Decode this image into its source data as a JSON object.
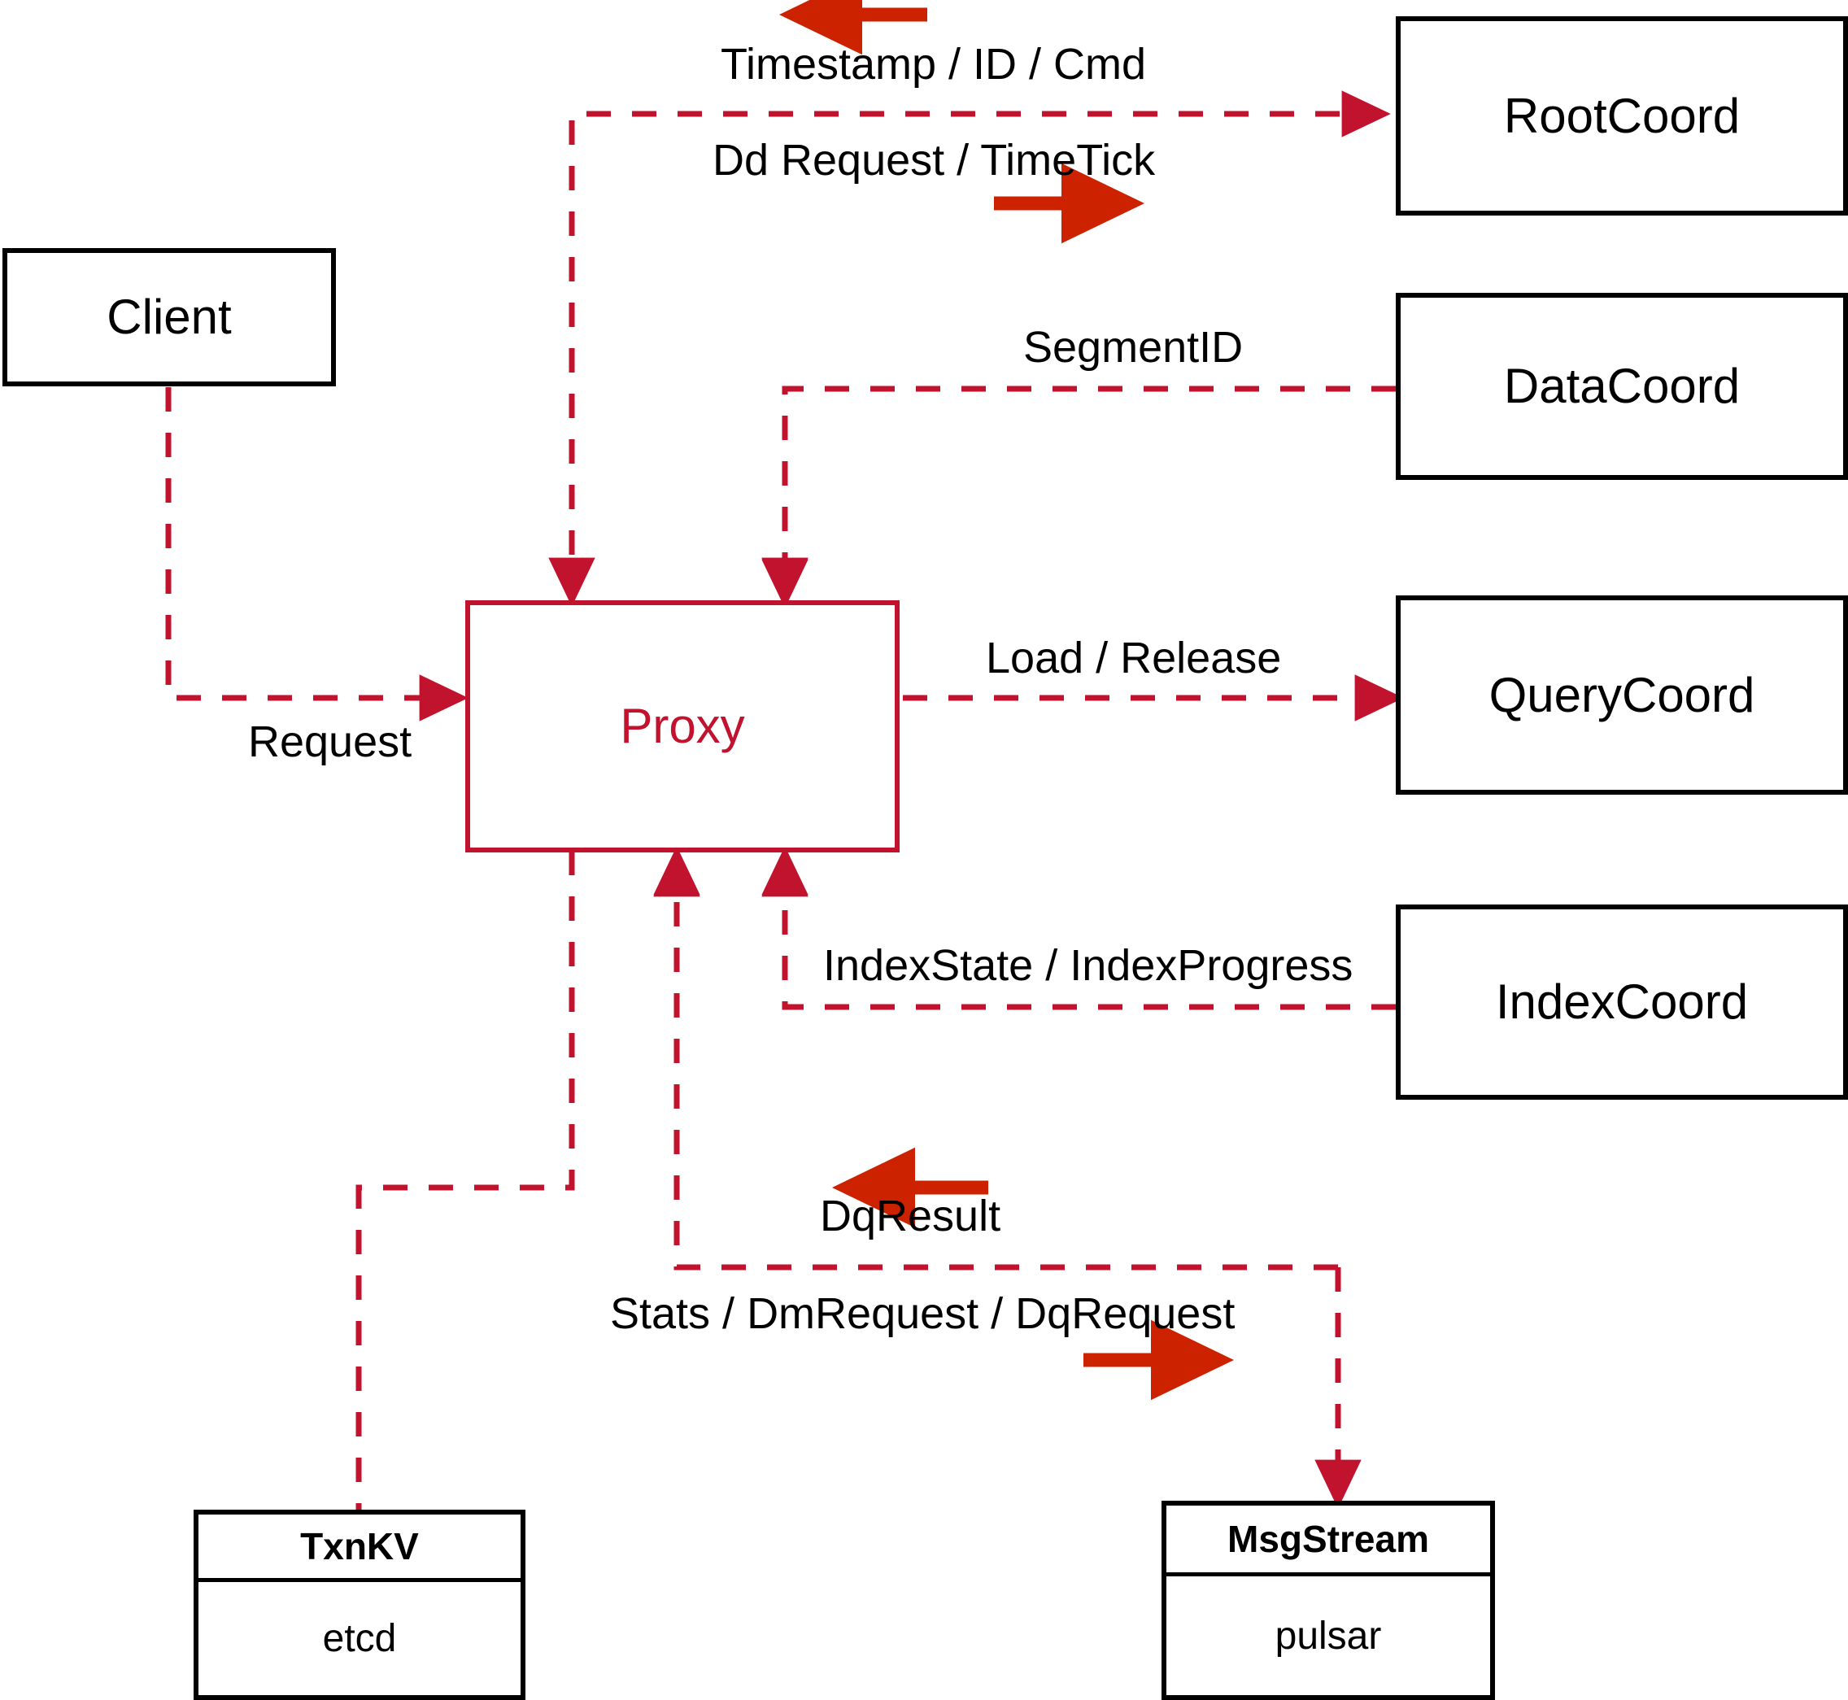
{
  "diagram": {
    "title": "Milvus Proxy component interaction diagram",
    "accent_color": "#c1122e",
    "arrow_color": "#cc2200",
    "node_border_color": "#000000",
    "background": "#ffffff"
  },
  "nodes": {
    "client": {
      "label": "Client"
    },
    "proxy": {
      "label": "Proxy"
    },
    "root_coord": {
      "label": "RootCoord"
    },
    "data_coord": {
      "label": "DataCoord"
    },
    "query_coord": {
      "label": "QueryCoord"
    },
    "index_coord": {
      "label": "IndexCoord"
    },
    "txnkv": {
      "title": "TxnKV",
      "impl": "etcd"
    },
    "msgstream": {
      "title": "MsgStream",
      "impl": "pulsar"
    }
  },
  "edge_labels": {
    "timestamp_id_cmd": "Timestamp / ID / Cmd",
    "dd_request_timetick": "Dd Request / TimeTick",
    "segment_id": "SegmentID",
    "request": "Request",
    "load_release": "Load / Release",
    "index_state_progress": "IndexState / IndexProgress",
    "dq_result": "DqResult",
    "stats_dm_dq": "Stats / DmRequest / DqRequest"
  },
  "edges": [
    {
      "name": "proxy-to-rootcoord",
      "from": "proxy",
      "to": "root_coord",
      "label": "dd_request_timetick",
      "style": "dashed",
      "direction": "forward"
    },
    {
      "name": "rootcoord-to-proxy",
      "from": "root_coord",
      "to": "proxy",
      "label": "timestamp_id_cmd",
      "style": "dashed",
      "direction": "forward"
    },
    {
      "name": "datacoord-to-proxy",
      "from": "data_coord",
      "to": "proxy",
      "label": "segment_id",
      "style": "dashed",
      "direction": "forward"
    },
    {
      "name": "client-to-proxy",
      "from": "client",
      "to": "proxy",
      "label": "request",
      "style": "dashed",
      "direction": "forward"
    },
    {
      "name": "proxy-to-querycoord",
      "from": "proxy",
      "to": "query_coord",
      "label": "load_release",
      "style": "dashed",
      "direction": "forward"
    },
    {
      "name": "indexcoord-to-proxy",
      "from": "index_coord",
      "to": "proxy",
      "label": "index_state_progress",
      "style": "dashed",
      "direction": "forward"
    },
    {
      "name": "proxy-to-txnkv",
      "from": "proxy",
      "to": "txnkv",
      "label": "",
      "style": "dashed",
      "direction": "none"
    },
    {
      "name": "proxy-to-msgstream",
      "from": "proxy",
      "to": "msgstream",
      "label": "stats_dm_dq",
      "style": "dashed",
      "direction": "forward"
    },
    {
      "name": "msgstream-to-proxy",
      "from": "msgstream",
      "to": "proxy",
      "label": "dq_result",
      "style": "dashed",
      "direction": "forward"
    }
  ],
  "legend_arrows": [
    {
      "name": "timestamp-direction-arrow",
      "points": "left"
    },
    {
      "name": "ddrequest-direction-arrow",
      "points": "right"
    },
    {
      "name": "dqresult-direction-arrow",
      "points": "left"
    },
    {
      "name": "dqrequest-direction-arrow",
      "points": "right"
    }
  ]
}
